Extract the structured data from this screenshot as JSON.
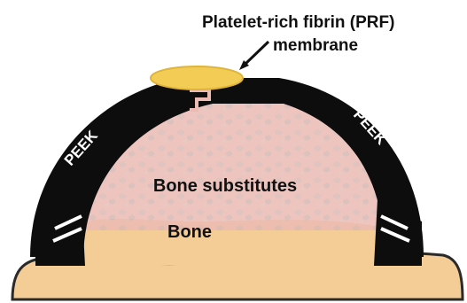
{
  "labels": {
    "prf_line1": "Platelet-rich fibrin (PRF)",
    "prf_line2": "membrane",
    "peek_left": "PEEK",
    "peek_right": "PEEK",
    "bone_substitutes": "Bone substitutes",
    "bone": "Bone"
  },
  "colors": {
    "peek": "#0d0d0d",
    "prf_membrane": "#f2cc55",
    "bone_substitutes_fill": "#ecbcb4",
    "bone": "#f4cc96",
    "bone_outline": "#2a2a2a",
    "text_dark": "#111111",
    "text_light": "#ffffff"
  },
  "icons": {
    "arrow": "arrow-down-left-icon"
  }
}
